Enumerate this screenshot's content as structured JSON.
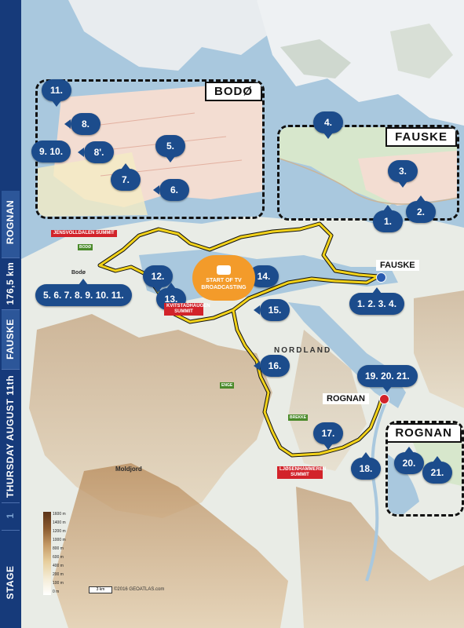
{
  "sidebar": {
    "stage_label": "STAGE",
    "stage_number": "1",
    "date": "THURSDAY AUGUST 11th",
    "start_town": "FAUSKE",
    "distance": "176,5 km",
    "finish_town": "ROGNAN"
  },
  "insets": {
    "bodo": {
      "title": "BODØ"
    },
    "fauske": {
      "title": "FAUSKE"
    },
    "rognan": {
      "title": "ROGNAN"
    }
  },
  "markers": {
    "m11_inset": "11.",
    "m8_inset": "8.",
    "m9_10_inset": "9. 10.",
    "m8b_inset": "8'.",
    "m7_inset": "7.",
    "m5_inset": "5.",
    "m6_inset": "6.",
    "m4_inset": "4.",
    "m3_inset": "3.",
    "m1_inset": "1.",
    "m2_inset": "2.",
    "bodo_main": "5. 6. 7. 8. 9. 10. 11.",
    "m12": "12.",
    "m13": "13.",
    "m14": "14.",
    "m15": "15.",
    "fauske_main": "1. 2. 3. 4.",
    "m16": "16.",
    "m19_20_21": "19. 20. 21.",
    "m17": "17.",
    "m18": "18.",
    "m20_inset": "20.",
    "m21_inset": "21."
  },
  "cities": {
    "fauske": "FAUSKE",
    "rognan": "ROGNAN",
    "bodo": "Bodø",
    "region": "NORDLAND",
    "moldjord": "Moldjord"
  },
  "summits": {
    "jensvoll": "JENSVOLLDALEN SUMMIT",
    "kvitstad": "KVITSTADHAUGEN SUMMIT",
    "lyseth": "LJØSENHAMMEREN SUMMIT"
  },
  "sprints": {
    "bodo": "BODØ",
    "enge": "ENGE",
    "brekke": "BREKKE"
  },
  "tv": {
    "line1": "START OF TV",
    "line2": "BROADCASTING"
  },
  "legend": {
    "levels": [
      "1600 m",
      "1400 m",
      "1200 m",
      "1000 m",
      "800 m",
      "600 m",
      "400 m",
      "200 m",
      "100 m",
      "0 m"
    ],
    "scale": "3 km",
    "credit": "©2016 GEOATLAS.com"
  },
  "colors": {
    "sidebar": "#163a7a",
    "marker": "#1c4c8c",
    "route": "#f2d21a",
    "water": "#a9c8de",
    "tv": "#f39b2a",
    "summit": "#d2232a"
  }
}
